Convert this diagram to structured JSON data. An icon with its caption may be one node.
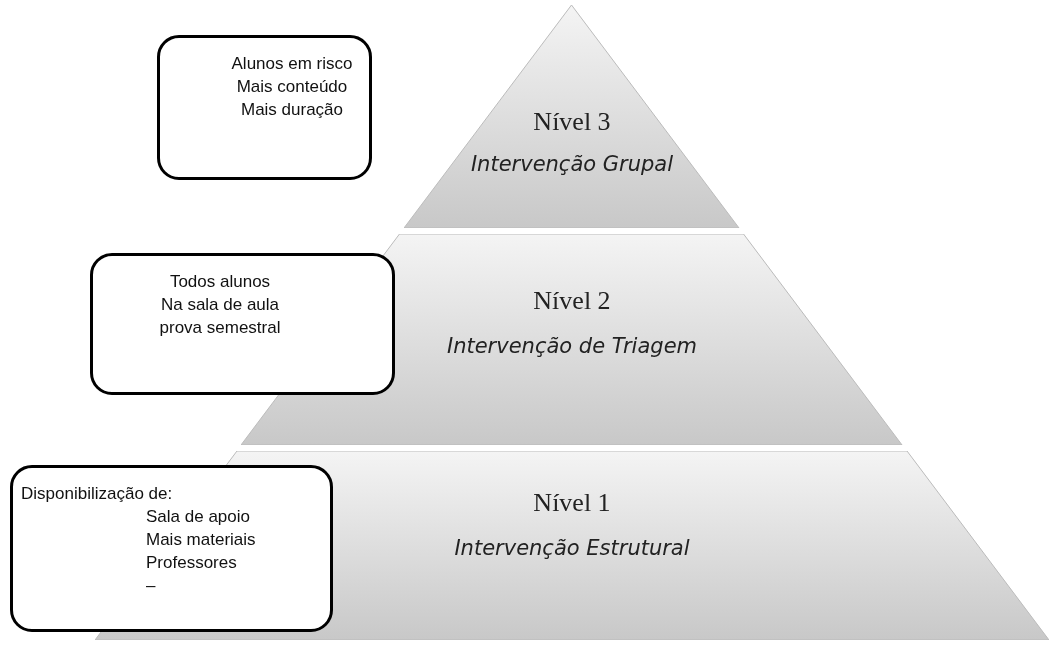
{
  "diagram": {
    "nodes": [
      {
        "text": [
          "Alunos em risco",
          "Mais conteúdo",
          "Mais duração"
        ]
      },
      {
        "text": [
          "Nível 3",
          "Intervenção Grupal"
        ]
      },
      {
        "text": [
          "Todos alunos",
          "Na sala de aula",
          "prova semestral"
        ]
      },
      {
        "text": [
          "Nível 2",
          "Intervenção de Triagem"
        ]
      },
      {
        "text": [
          "Disponibilização de:",
          "Sala de apoio",
          "Mais materiais",
          "Professores",
          "–"
        ]
      },
      {
        "text": [
          "Nível 1",
          "Intervenção Estrutural"
        ]
      }
    ]
  }
}
